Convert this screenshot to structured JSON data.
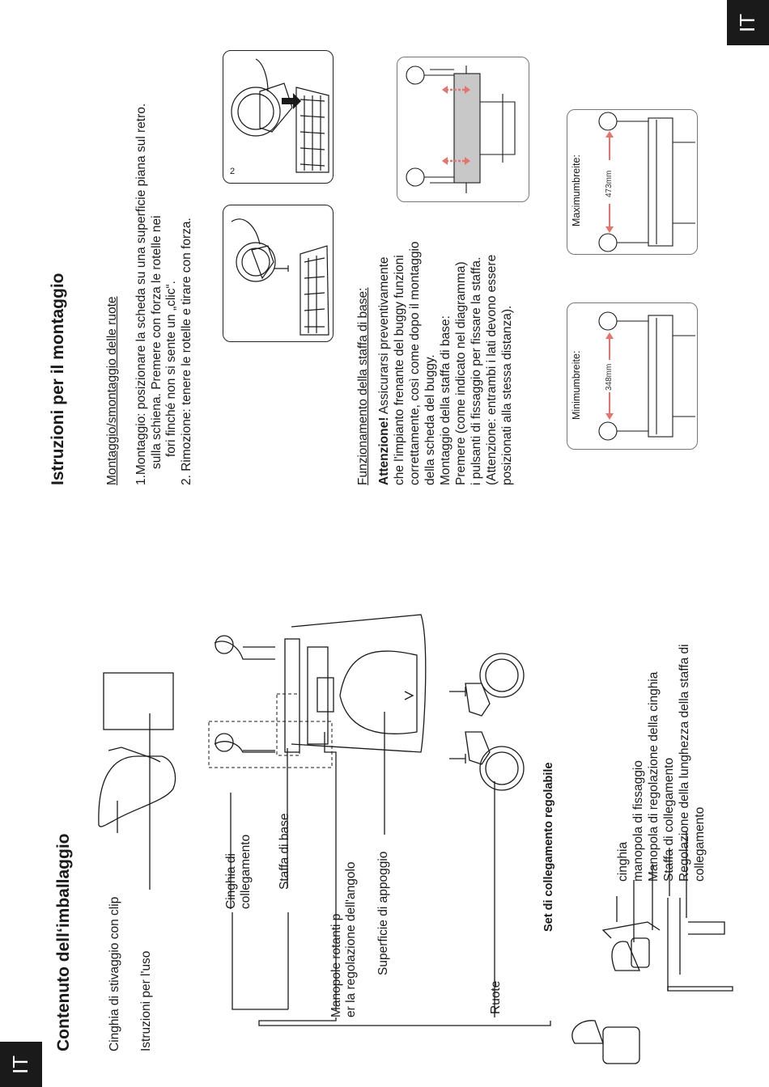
{
  "lang_tab": "IT",
  "left": {
    "title": "Contenuto dell‘imballaggio",
    "labels": {
      "strap": "Cinghia di stivaggio con clip",
      "manual": "Istruzioni per l'uso",
      "cinghia_1": "Cinghia di",
      "cinghia_2": "collegamento",
      "staffa": "Staffa di base",
      "manopole_1": "Manopole rotanti p",
      "manopole_2": "er la regolazione dell'angolo",
      "superficie": "Superficie di appoggio",
      "ruote": "Ruote"
    },
    "set_title": "Set di collegamento regolabile",
    "set_items": [
      "cinghia",
      "manopola di fissaggio",
      "Manopola di regolazione della cinghia",
      "Staffa di collegamento",
      "Regolazione della lunghezza della staffa di",
      "collegamento"
    ]
  },
  "right": {
    "title": "Istruzioni per il montaggio",
    "wheels_heading": "Montaggio/smontaggio delle ruote",
    "wheels_lines": [
      "1.Montaggio: posizionare la scheda su una superficie piana sul retro.",
      "sulla schiena. Premere con forza le rotelle nei",
      "fori finché non si sente un „clic“.",
      "2. Rimozione: tenere le rotelle e tirare con forza."
    ],
    "fig_number": "2",
    "base_heading": "Funzionamento della staffa di base:",
    "base_bold": "Attenzione!",
    "base_lines": [
      " Assicurarsi preventivamente",
      "che l'impianto frenante del buggy funzioni",
      "correttamente, così come dopo il montaggio",
      "della scheda del buggy.",
      "Montaggio della staffa di base:",
      "Premere (come indicato nel diagramma)",
      "i pulsanti di fissaggio per fissare la staffa.",
      "(Attenzione: entrambi i lati devono essere",
      "posizionati alla stessa distanza)."
    ],
    "min_label": "Minimumbreite:",
    "min_value": "348mm",
    "max_label": "Maximumbreite:",
    "max_value": "473mm"
  },
  "colors": {
    "tab": "#1a1a1a",
    "arrow": "#e8736a",
    "highlight": "#c8c8c8"
  }
}
